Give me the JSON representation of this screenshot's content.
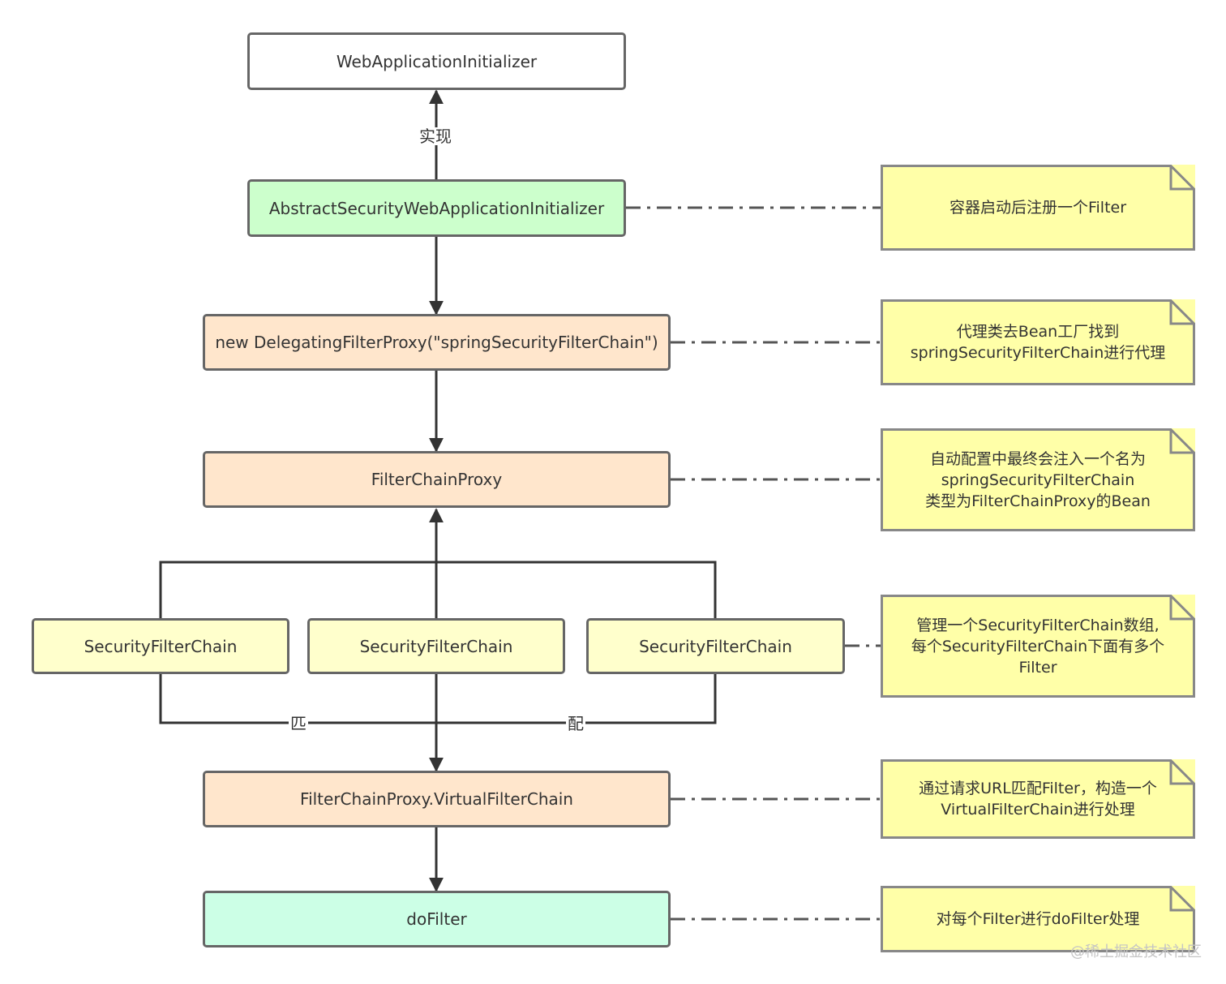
{
  "nodes": {
    "web_app_initializer": "WebApplicationInitializer",
    "abstract_security_initializer": "AbstractSecurityWebApplicationInitializer",
    "delegating_filter_proxy": "new DelegatingFilterProxy(\"springSecurityFilterChain\")",
    "filter_chain_proxy": "FilterChainProxy",
    "security_filter_chain_1": "SecurityFilterChain",
    "security_filter_chain_2": "SecurityFilterChain",
    "security_filter_chain_3": "SecurityFilterChain",
    "virtual_filter_chain": "FilterChainProxy.VirtualFilterChain",
    "do_filter": "doFilter"
  },
  "edge_labels": {
    "implements": "实现",
    "match_left": "匹",
    "match_right": "配"
  },
  "notes": {
    "note_1": "容器启动后注册一个Filter",
    "note_2": "代理类去Bean工厂找到\nspringSecurityFilterChain进行代理",
    "note_3": "自动配置中最终会注入一个名为\nspringSecurityFilterChain\n类型为FilterChainProxy的Bean",
    "note_4": "管理一个SecurityFilterChain数组,\n每个SecurityFilterChain下面有多个\nFilter",
    "note_5": "通过请求URL匹配Filter，构造一个\nVirtualFilterChain进行处理",
    "note_6": "对每个Filter进行doFilter处理"
  },
  "watermark": "@稀土掘金技术社区",
  "colors": {
    "white_fill": "#ffffff",
    "green_fill": "#ccffcc",
    "orange_fill": "#ffe6cc",
    "yellow_fill": "#ffffcc",
    "teal_fill": "#ccffe6",
    "note_fill": "#ffffa8",
    "border": "#666666",
    "line": "#333333"
  }
}
